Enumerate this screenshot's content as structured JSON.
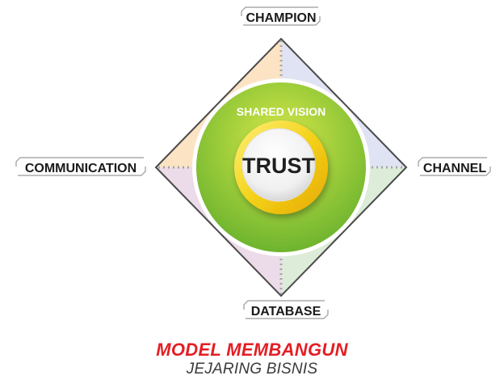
{
  "diagram": {
    "center_label": "TRUST",
    "ring_label": "SHARED VISION",
    "labels": {
      "top": "CHAMPION",
      "left": "COMMUNICATION",
      "right": "CHANNEL",
      "bottom": "DATABASE"
    },
    "colors": {
      "quadrant_top_left": "#fbe3c4",
      "quadrant_top_right": "#e0e3f3",
      "quadrant_bottom_right": "#dcecd8",
      "quadrant_bottom_left": "#ecdbe8",
      "ring_green": "#8dc63f",
      "ring_yellow": "#f4d21a",
      "title_accent": "#e31e24"
    }
  },
  "title": {
    "line1": "MODEL MEMBANGUN",
    "line2": "JEJARING BISNIS"
  }
}
